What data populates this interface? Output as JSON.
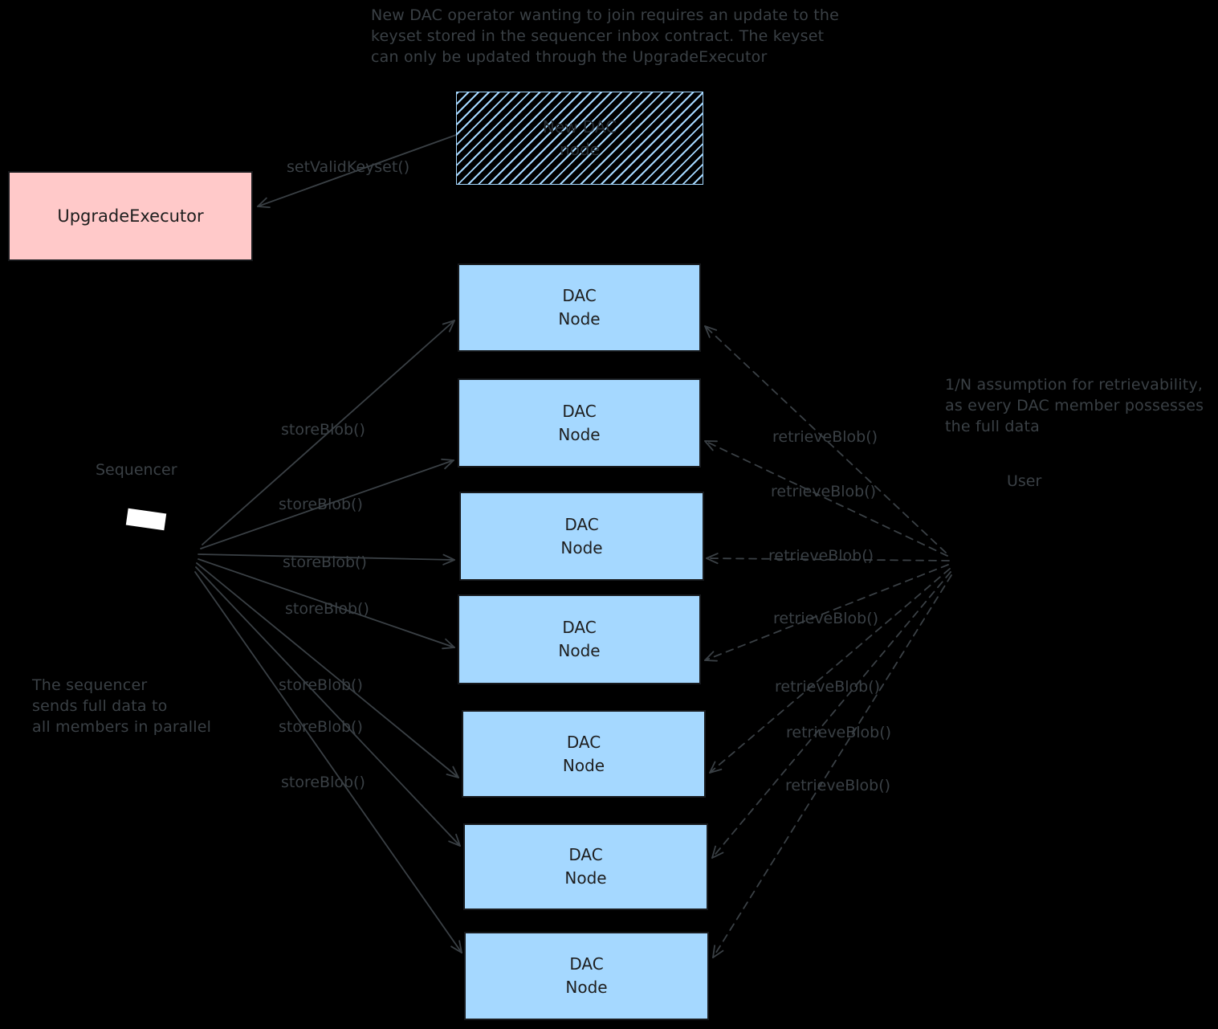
{
  "diagram": {
    "background": "#000000",
    "ink_color": "#3a4045",
    "notes": {
      "keyset_update": "New DAC operator wanting to join requires an update to the\nkeyset stored in the sequencer inbox contract. The keyset\ncan only be updated through the UpgradeExecutor",
      "sequencer_parallel": "The sequencer\nsends full data to\nall members in parallel",
      "retrievability": "1/N assumption for retrievability,\nas every DAC member possesses\nthe full data"
    },
    "actors": {
      "sequencer_label": "Sequencer",
      "user_label": "User"
    },
    "boxes": {
      "upgrade_executor": {
        "label": "UpgradeExecutor",
        "fill": "#ffc9c9"
      },
      "new_dac_node": {
        "label": "New DAC\nnode",
        "hatch_color": "#a5d8ff"
      },
      "dac_node": {
        "label_line1": "DAC",
        "label_line2": "Node",
        "fill": "#a5d8ff",
        "count": 7
      }
    },
    "calls": {
      "set_valid_keyset": "setValidKeyset()",
      "store_blob": "storeBlob()",
      "retrieve_blob": "retrieveBlob()"
    }
  }
}
